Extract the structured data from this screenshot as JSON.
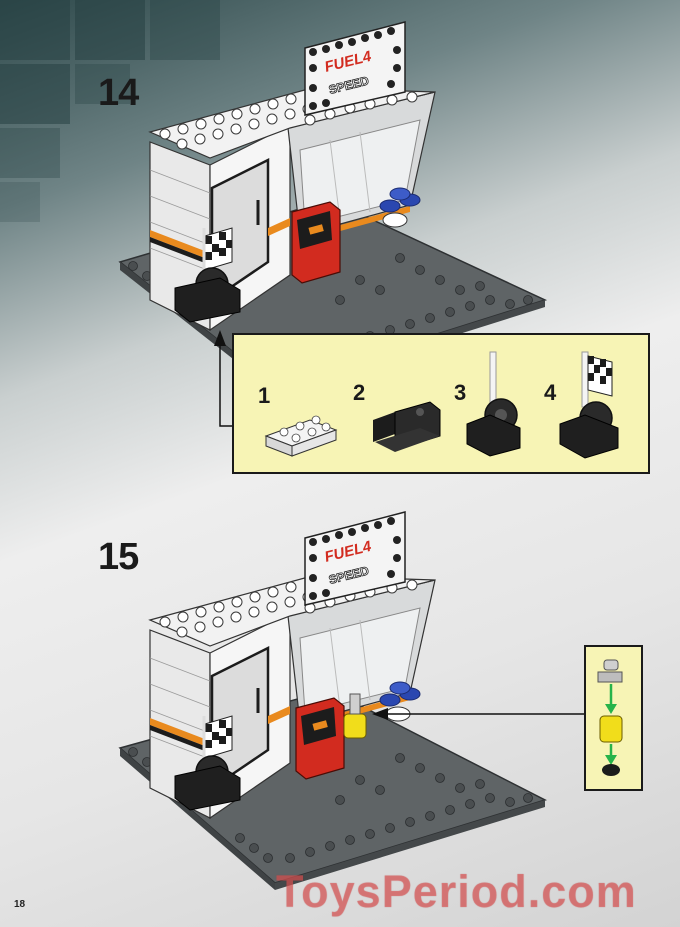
{
  "instructions": {
    "steps": [
      {
        "number": "14"
      },
      {
        "number": "15"
      }
    ],
    "substeps": [
      "1",
      "2",
      "3",
      "4"
    ],
    "sign": {
      "line1": "FUEL4",
      "line2": "SPEED"
    },
    "page_number": "18"
  },
  "watermark": "ToysPeriod.com",
  "colors": {
    "callout_bg": "#f7f4b5",
    "baseplate": "#5f6466",
    "brick_white": "#f4f4f4",
    "accent_red": "#d22b1f",
    "stripe_orange": "#e98a1e",
    "brick_blue": "#2a47b0",
    "brick_black": "#1c1c1c",
    "brick_yellow": "#f1dd1b",
    "arrow_green": "#27b34a"
  }
}
